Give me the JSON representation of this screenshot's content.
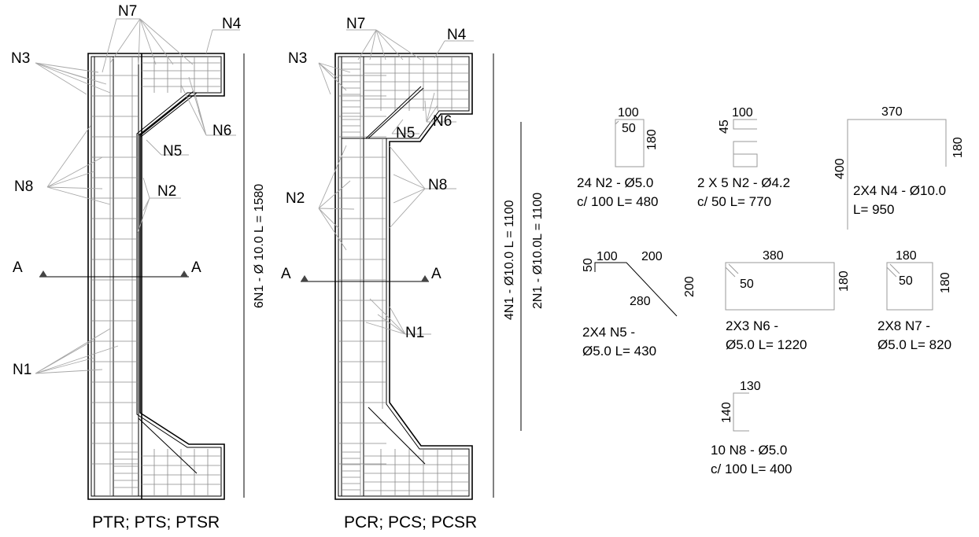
{
  "left_section": {
    "title": "PTR; PTS; PTSR",
    "labels": {
      "n1": "N1",
      "n2": "N2",
      "n3": "N3",
      "n4": "N4",
      "n5": "N5",
      "n6": "N6",
      "n7": "N7",
      "n8": "N8"
    },
    "section_mark": "A",
    "longitudinal_bar": "6N1 - Ø 10.0 L = 1580"
  },
  "right_section": {
    "title": "PCR; PCS; PCSR",
    "labels": {
      "n1": "N1",
      "n2": "N2",
      "n3": "N3",
      "n4": "N4",
      "n5": "N5",
      "n6": "N6",
      "n7": "N7",
      "n8": "N8"
    },
    "section_mark": "A",
    "longitudinal_bar_1": "4N1 - Ø10.0 L = 1100",
    "longitudinal_bar_2": "2N1 - Ø10.0L = 1100"
  },
  "bar_schedule": {
    "n2a": {
      "dims": [
        "100",
        "50",
        "180"
      ],
      "line1": "24 N2 - Ø5.0",
      "line2": "c/ 100 L= 480"
    },
    "n2b": {
      "dims": [
        "100",
        "45"
      ],
      "line1": "2 X 5 N2 - Ø4.2",
      "line2": "c/ 50 L= 770"
    },
    "n4": {
      "dims": [
        "370",
        "180",
        "400"
      ],
      "line1": "2X4 N4 - Ø10.0",
      "line2": "L= 950"
    },
    "n5": {
      "dims": [
        "50",
        "100",
        "200",
        "280",
        "200"
      ],
      "line1": "2X4 N5 -",
      "line2": "Ø5.0 L= 430"
    },
    "n6": {
      "dims": [
        "380",
        "50",
        "180"
      ],
      "line1": "2X3 N6 -",
      "line2": "Ø5.0 L= 1220"
    },
    "n7": {
      "dims": [
        "180",
        "50",
        "180"
      ],
      "line1": "2X8 N7 -",
      "line2": "Ø5.0 L= 820"
    },
    "n8": {
      "dims": [
        "130",
        "140"
      ],
      "line1": "10 N8 - Ø5.0",
      "line2": "c/ 100 L= 400"
    }
  }
}
